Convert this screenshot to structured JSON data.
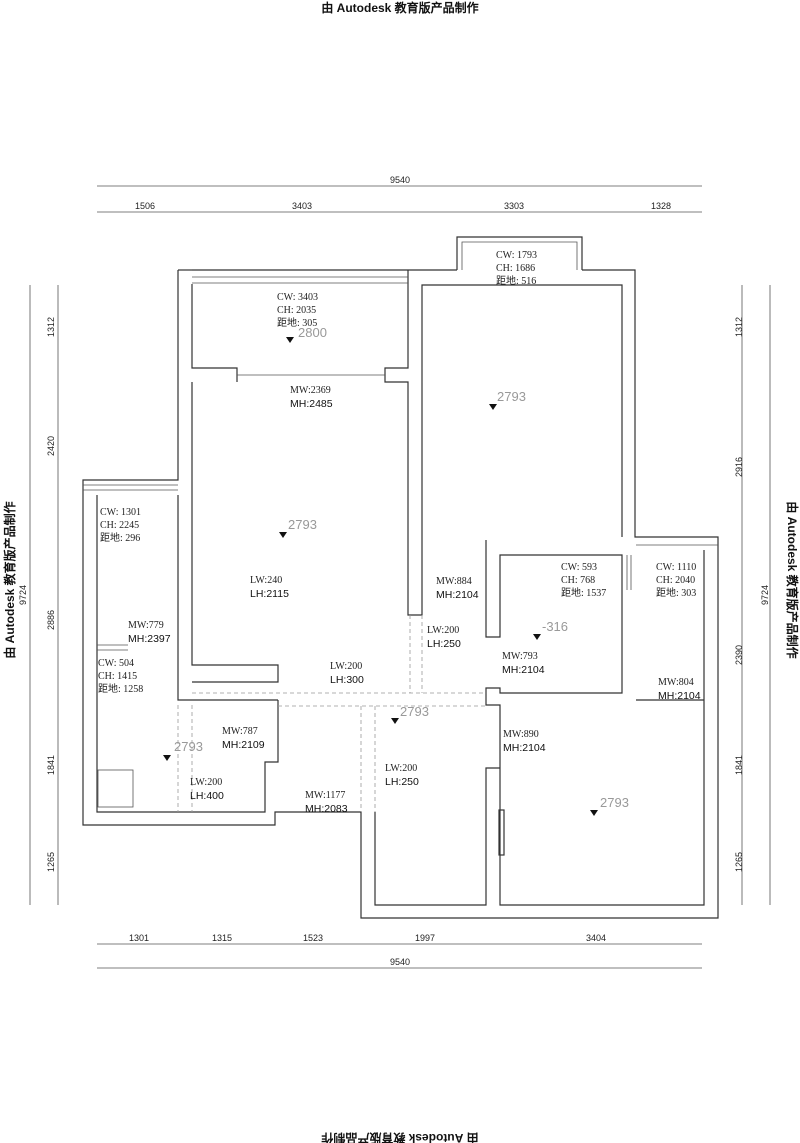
{
  "watermark": "由 Autodesk 教育版产品制作",
  "dims": {
    "top_total": "9540",
    "top": [
      "1506",
      "3403",
      "3303",
      "1328"
    ],
    "bottom": [
      "1301",
      "1315",
      "1523",
      "1997",
      "3404"
    ],
    "bottom_total": "9540",
    "left": [
      "1312",
      "2420",
      "2886",
      "1841",
      "1265"
    ],
    "left_total": "9724",
    "right": [
      "1312",
      "2916",
      "2390",
      "1841",
      "1265"
    ],
    "right_total": "9724"
  },
  "windows": [
    {
      "cw": "CW: 3403",
      "ch": "CH: 2035",
      "h": "距地: 305"
    },
    {
      "cw": "CW: 1793",
      "ch": "CH: 1686",
      "h": "距地: 516"
    },
    {
      "cw": "CW: 1301",
      "ch": "CH: 2245",
      "h": "距地: 296"
    },
    {
      "cw": "CW: 593",
      "ch": "CH: 768",
      "h": "距地: 1537"
    },
    {
      "cw": "CW: 1110",
      "ch": "CH: 2040",
      "h": "距地: 303"
    },
    {
      "cw": "CW: 504",
      "ch": "CH: 1415",
      "h": "距地: 1258"
    }
  ],
  "doors": [
    {
      "w": "MW:2369",
      "h": "MH:2485"
    },
    {
      "w": "MW:884",
      "h": "MH:2104"
    },
    {
      "w": "MW:779",
      "h": "MH:2397"
    },
    {
      "w": "MW:793",
      "h": "MH:2104"
    },
    {
      "w": "MW:804",
      "h": "MH:2104"
    },
    {
      "w": "MW:787",
      "h": "MH:2109"
    },
    {
      "w": "MW:890",
      "h": "MH:2104"
    },
    {
      "w": "MW:1177",
      "h": "MH:2083"
    }
  ],
  "beams": [
    {
      "w": "LW:240",
      "h": "LH:2115"
    },
    {
      "w": "LW:200",
      "h": "LH:250"
    },
    {
      "w": "LW:200",
      "h": "LH:300"
    },
    {
      "w": "LW:200",
      "h": "LH:250"
    },
    {
      "w": "LW:200",
      "h": "LH:400"
    }
  ],
  "levels": [
    "2800",
    "2793",
    "2793",
    "-316",
    "2793",
    "2793",
    "2793"
  ]
}
